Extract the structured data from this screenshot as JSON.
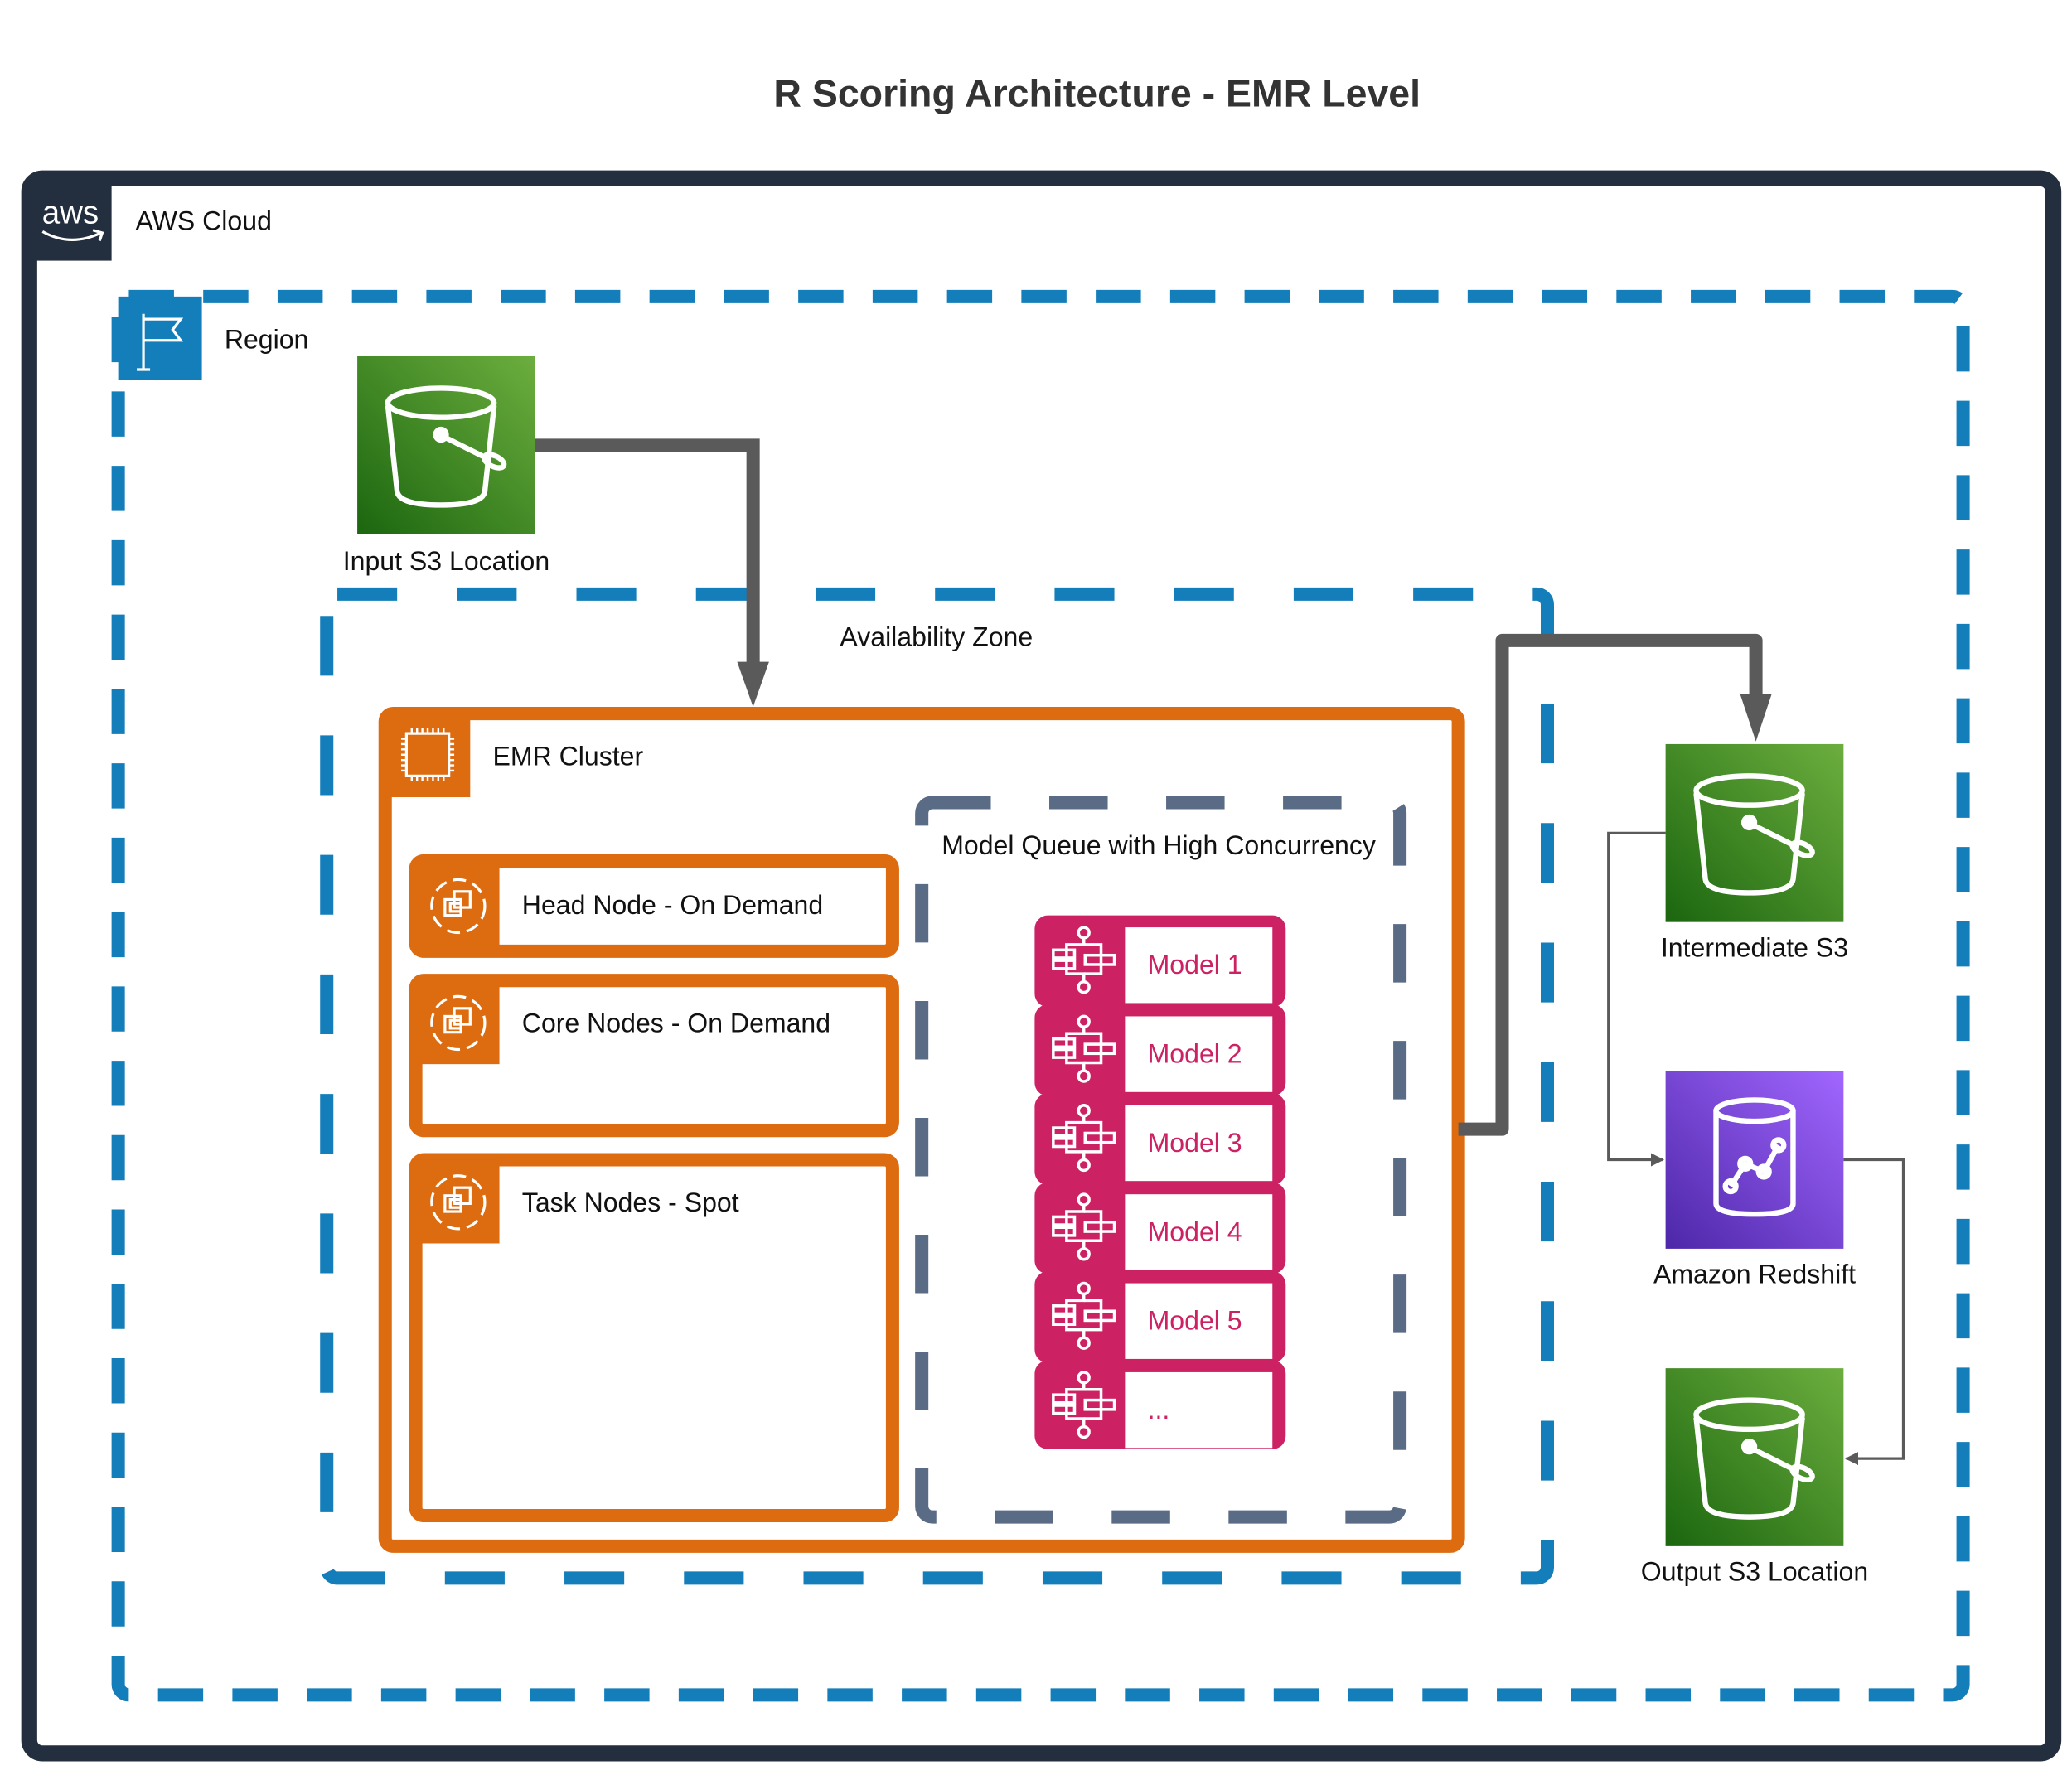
{
  "title": "R Scoring Architecture - EMR Level",
  "aws_cloud": {
    "label": "AWS Cloud",
    "logo_text": "aws"
  },
  "region": {
    "label": "Region",
    "icon": "flag-icon"
  },
  "availability_zone": {
    "label": "Availability Zone"
  },
  "input_s3": {
    "label": "Input S3 Location",
    "icon": "s3-bucket-icon"
  },
  "emr_cluster": {
    "label": "EMR Cluster",
    "icon": "chip-icon",
    "groups": [
      {
        "label": "Head Node - On Demand"
      },
      {
        "label": "Core Nodes - On Demand"
      },
      {
        "label": "Task Nodes - Spot"
      }
    ]
  },
  "model_queue": {
    "label": "Model Queue with High Concurrency",
    "models": [
      "Model 1",
      "Model 2",
      "Model 3",
      "Model 4",
      "Model 5",
      "..."
    ]
  },
  "intermediate_s3": {
    "label": "Intermediate S3"
  },
  "redshift": {
    "label": "Amazon Redshift"
  },
  "output_s3": {
    "label": "Output S3 Location"
  },
  "colors": {
    "aws_dark": "#232f3e",
    "region_blue": "#147eba",
    "emr_orange": "#dd6b10",
    "model_pink": "#cc2264",
    "queue_gray": "#5a6b86",
    "arrow_gray": "#5a5a5a",
    "s3_green": "#3f8624",
    "redshift_purple": "#8c4fff"
  }
}
